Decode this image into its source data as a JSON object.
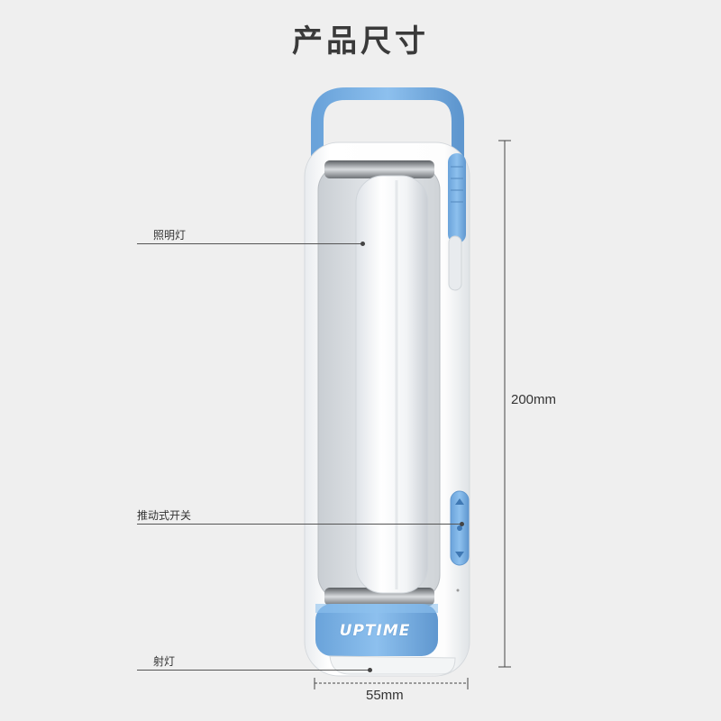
{
  "page_title": "产品尺寸",
  "annotations": {
    "light": "照明灯",
    "switch": "推动式开关",
    "spotlight": "射灯"
  },
  "dimensions": {
    "height": "200mm",
    "width": "55mm"
  },
  "brand": "UPTIME",
  "colors": {
    "accent_blue": "#7fb4e6",
    "body_white": "#fbfbfb",
    "background": "#efefef"
  }
}
